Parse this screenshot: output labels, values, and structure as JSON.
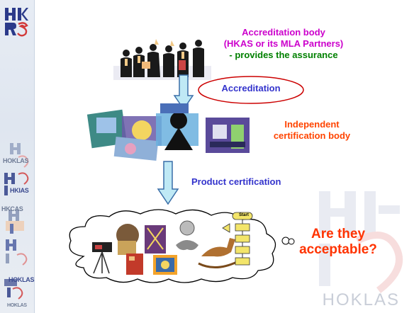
{
  "branding": {
    "side_labels": [
      "HOKLAS",
      "HKIAS",
      "HKCAS",
      "HOKLAS",
      "HOKLAS"
    ],
    "watermark_text": "HOKLAS"
  },
  "nodes": {
    "accreditation_body": {
      "line1": "Accreditation body",
      "line2": "(HKAS or its MLA Partners)",
      "line3": "- provides the assurance"
    },
    "accreditation_label": "Accreditation",
    "certification_body": {
      "line1": "Independent",
      "line2": "certification body"
    },
    "product_certification_label": "Product certification",
    "question": {
      "line1": "Are they",
      "line2": "acceptable?"
    }
  },
  "flowchart_mini": {
    "start_label": "Start"
  },
  "colors": {
    "magenta": "#cc00cc",
    "blue": "#3333cc",
    "orange_red": "#ff4400",
    "arrow_fill": "#bfe9f5",
    "arrow_stroke": "#3a6ea8",
    "ellipse_stroke": "#cc0000"
  }
}
